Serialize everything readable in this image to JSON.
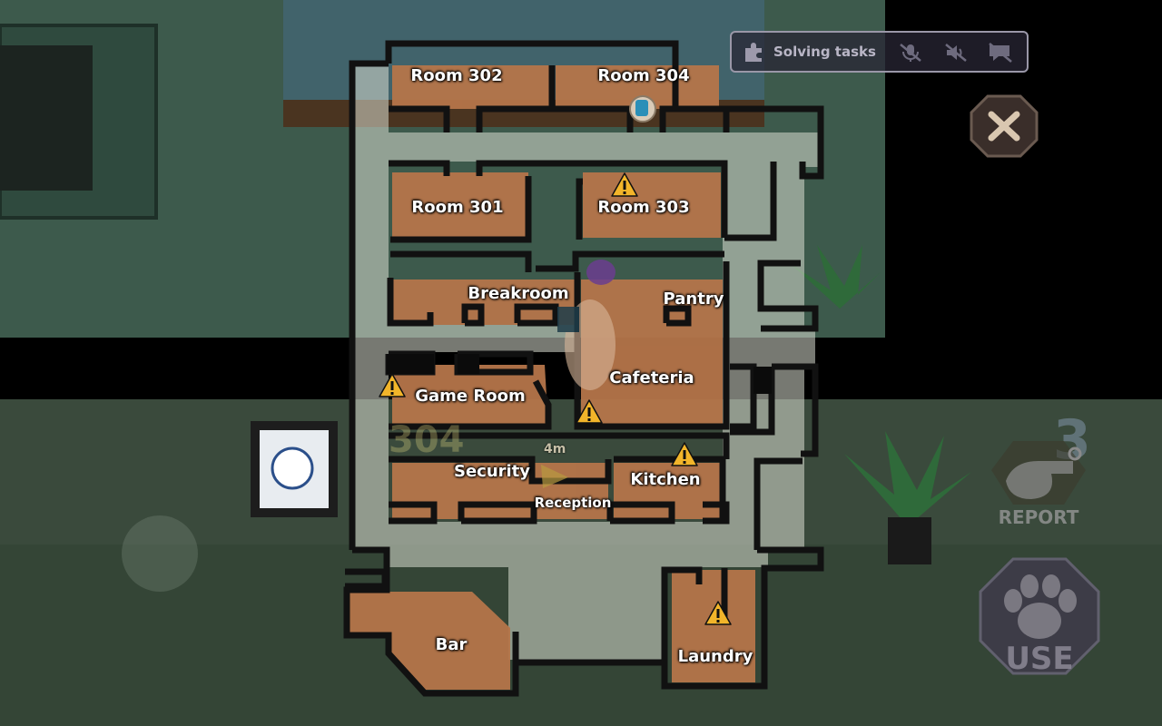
{
  "hud": {
    "task_status": "Solving tasks",
    "distance": "4m",
    "wall_number": "304",
    "big_number": "3"
  },
  "rooms": [
    {
      "id": "room-302",
      "label": "Room 302"
    },
    {
      "id": "room-304",
      "label": "Room 304"
    },
    {
      "id": "room-301",
      "label": "Room 301"
    },
    {
      "id": "room-303",
      "label": "Room 303"
    },
    {
      "id": "breakroom",
      "label": "Breakroom"
    },
    {
      "id": "pantry",
      "label": "Pantry"
    },
    {
      "id": "game-room",
      "label": "Game Room"
    },
    {
      "id": "cafeteria",
      "label": "Cafeteria"
    },
    {
      "id": "security",
      "label": "Security"
    },
    {
      "id": "kitchen",
      "label": "Kitchen"
    },
    {
      "id": "reception",
      "label": "Reception"
    },
    {
      "id": "bar",
      "label": "Bar"
    },
    {
      "id": "laundry",
      "label": "Laundry"
    }
  ],
  "buttons": {
    "report_label": "REPORT",
    "use_label": "USE"
  },
  "colors": {
    "room_fill": "#b5754a",
    "wall": "#111111",
    "corridor": "#d9dcd0",
    "warning": "#f2b52a",
    "hud_border": "#9a97a8"
  },
  "icons": {
    "warning": "warning-icon",
    "close": "close-icon",
    "report": "whistle-icon",
    "use": "paw-icon",
    "task": "puzzle-icon"
  }
}
